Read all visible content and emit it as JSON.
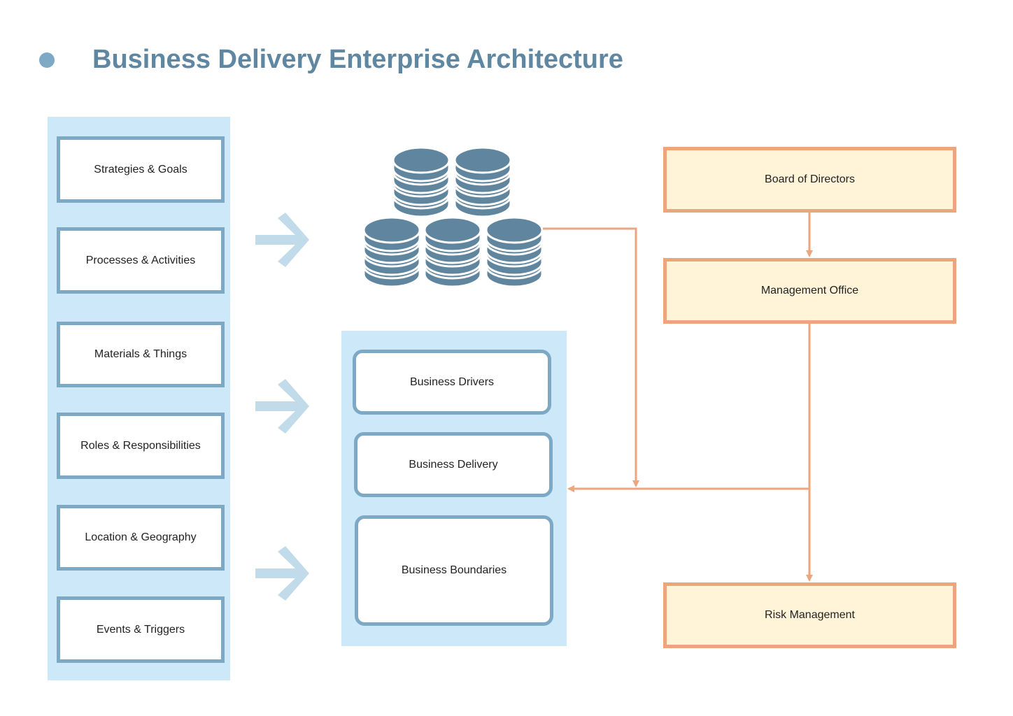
{
  "title": "Business Delivery Enterprise Architecture",
  "left_items": [
    "Strategies & Goals",
    "Processes & Activities",
    "Materials & Things",
    "Roles & Responsibilities",
    "Location & Geography",
    "Events & Triggers"
  ],
  "middle_items": [
    "Business Drivers",
    "Business Delivery",
    "Business Boundaries"
  ],
  "org_items": [
    "Board of Directors",
    "Management Office",
    "Risk Management"
  ],
  "icons": {
    "arrow": "chevron-arrow-right-icon",
    "database": "database-stack-icon"
  },
  "colors": {
    "title": "#5f87a1",
    "panel": "#cde8f8",
    "box_border": "#7ea9c4",
    "database": "#5f859f",
    "arrow": "#c1dbea",
    "org_border": "#eda57d",
    "org_fill": "#fff4d8",
    "connector": "#eda57d"
  }
}
